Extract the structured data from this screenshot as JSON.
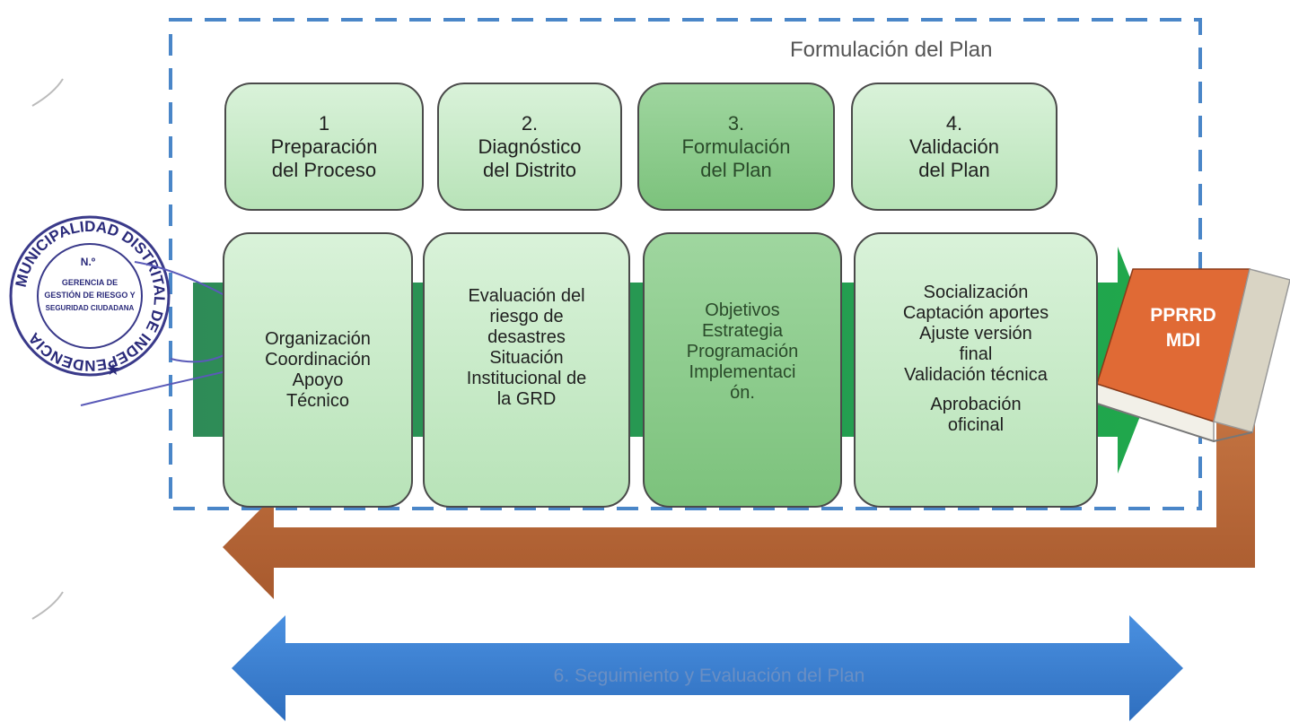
{
  "frame": {
    "title": "Formulación del Plan"
  },
  "steps": [
    {
      "num": "1",
      "lines": [
        "Preparación",
        "del Proceso"
      ]
    },
    {
      "num": "2.",
      "lines": [
        "Diagnóstico",
        "del Distrito"
      ]
    },
    {
      "num": "3.",
      "lines": [
        "Formulación",
        "del Plan"
      ]
    },
    {
      "num": "4.",
      "lines": [
        "Validación",
        "del Plan"
      ]
    }
  ],
  "details": [
    {
      "lines": [
        "Organización",
        "Coordinación",
        "Apoyo",
        "Técnico"
      ]
    },
    {
      "lines": [
        "Evaluación del",
        "riesgo de",
        "desastres",
        "Situación",
        "Institucional de",
        "la GRD"
      ]
    },
    {
      "lines": [
        "Objetivos",
        "Estrategia",
        "Programación",
        "Implementaci",
        "ón."
      ]
    },
    {
      "lines": [
        "Socialización",
        "Captación aportes",
        "Ajuste versión",
        "final",
        "Validación técnica"
      ],
      "extra": [
        "Aprobación",
        "oficinal"
      ]
    }
  ],
  "book": {
    "line1": "PPRRD",
    "line2": "MDI"
  },
  "bottom_arrow": {
    "label": "6. Seguimiento y Evaluación del Plan"
  },
  "stamp": {
    "ring_text": "MUNICIPALIDAD DISTRITAL DE INDEPENDENCIA",
    "inner": [
      "GERENCIA DE",
      "GESTIÓN DE RIESGO Y",
      "SEGURIDAD CIUDADANA"
    ],
    "mark": "N.º"
  },
  "colors": {
    "frame_dash": "#4a86c8",
    "green_band": "#2e8b57",
    "green_arrow": "#1aa34a",
    "brown_arrow": "#b8693a",
    "blue_arrow": "#3b7fd0",
    "book_cover": "#e06a35"
  }
}
